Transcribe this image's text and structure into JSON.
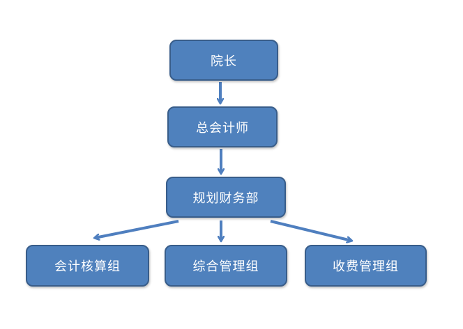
{
  "diagram": {
    "nodes": {
      "dean": "院长",
      "cfo": "总会计师",
      "finance_dept": "规划财务部",
      "accounting_group": "会计核算组",
      "general_mgmt_group": "综合管理组",
      "fee_mgmt_group": "收费管理组"
    },
    "edges": [
      {
        "from": "dean",
        "to": "cfo"
      },
      {
        "from": "cfo",
        "to": "finance_dept"
      },
      {
        "from": "finance_dept",
        "to": "accounting_group"
      },
      {
        "from": "finance_dept",
        "to": "general_mgmt_group"
      },
      {
        "from": "finance_dept",
        "to": "fee_mgmt_group"
      }
    ],
    "colors": {
      "node_fill": "#4f81bd",
      "node_border": "#385d8a",
      "edge": "#4f7fbf",
      "text": "#ffffff"
    }
  }
}
